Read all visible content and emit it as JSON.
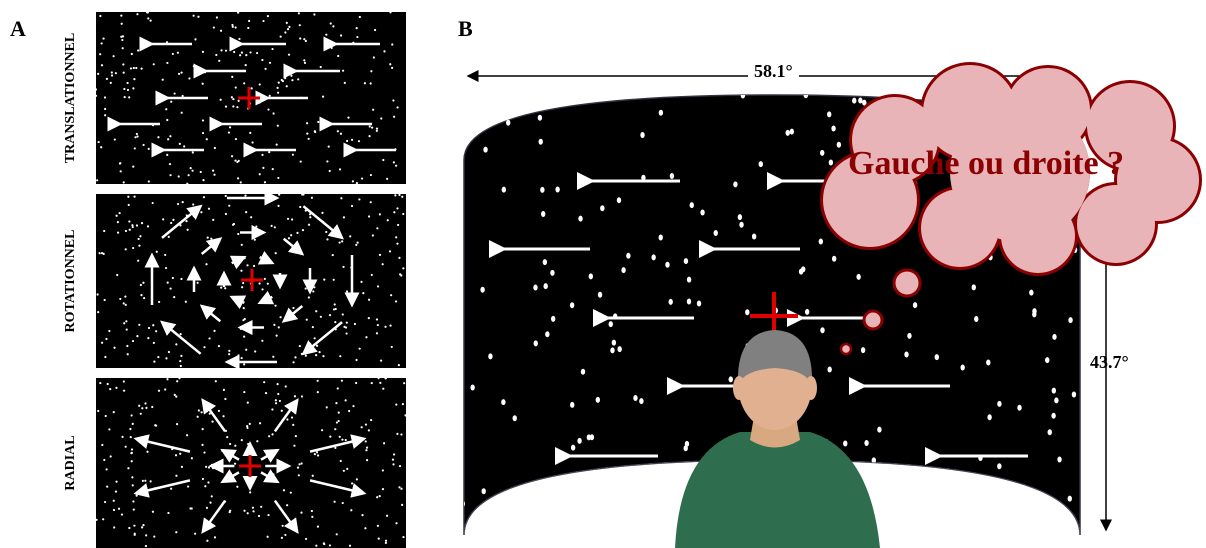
{
  "panel_a": {
    "label": "A",
    "panels": [
      {
        "name": "TRANSLATIONNEL"
      },
      {
        "name": "ROTATIONNEL"
      },
      {
        "name": "RADIAL"
      }
    ]
  },
  "panel_b": {
    "label": "B",
    "width_angle": "58.1°",
    "height_angle": "43.7°",
    "question": "Gauche ou droite ?"
  },
  "colors": {
    "background": "#000000",
    "dots": "#ffffff",
    "arrows": "#ffffff",
    "fixation_cross": "#e00000",
    "cloud_fill": "#e8b4b8",
    "cloud_stroke": "#8b0000",
    "question_text": "#8b0000",
    "shirt": "#2e6e4e",
    "hair": "#808080",
    "skin": "#e0b090"
  },
  "icons": [
    "fixation-cross-icon",
    "thought-cloud-icon",
    "observer-figure-icon"
  ]
}
